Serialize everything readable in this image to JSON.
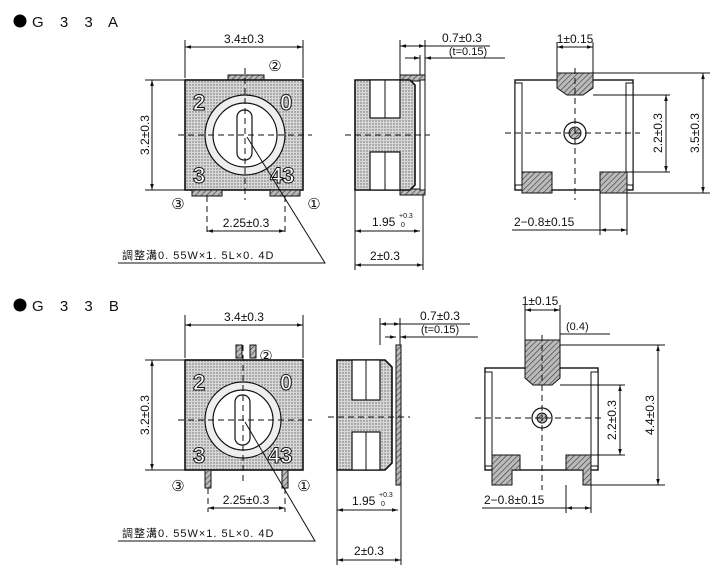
{
  "sections": [
    {
      "title": "G 3 3 A",
      "front": {
        "width": "3.4±0.3",
        "height": "3.2±0.3",
        "pitch": "2.25±0.3",
        "pin1": "①",
        "pin2": "②",
        "pin3": "③",
        "dial_marks": [
          "2",
          "0",
          "3",
          "43"
        ],
        "slot_note": "調整溝0. 55W×1. 5L×0. 4D"
      },
      "side": {
        "terminal": "0.7±0.3",
        "thickness": "(t=0.15)",
        "depth_main": "1.95",
        "depth_tol_upper": "+0.3",
        "depth_tol_lower": "0",
        "depth_total": "2±0.3"
      },
      "back": {
        "pad_width": "1±0.15",
        "pad_span": "2.2±0.3",
        "height": "3.5±0.3",
        "bottom_pads": "2−0.8±0.15"
      }
    },
    {
      "title": "G 3 3 B",
      "front": {
        "width": "3.4±0.3",
        "height": "3.2±0.3",
        "pitch": "2.25±0.3",
        "pin1": "①",
        "pin2": "②",
        "pin3": "③",
        "dial_marks": [
          "2",
          "0",
          "3",
          "43"
        ],
        "slot_note": "調整溝0. 55W×1. 5L×0. 4D"
      },
      "side": {
        "terminal": "0.7±0.3",
        "thickness": "(t=0.15)",
        "depth_main": "1.95",
        "depth_tol_upper": "+0.3",
        "depth_tol_lower": "0",
        "depth_total": "2±0.3"
      },
      "back": {
        "pad_width": "1±0.15",
        "pad_offset": "(0.4)",
        "pad_span": "2.2±0.3",
        "height": "4.4±0.3",
        "bottom_pads": "2−0.8±0.15"
      }
    }
  ]
}
